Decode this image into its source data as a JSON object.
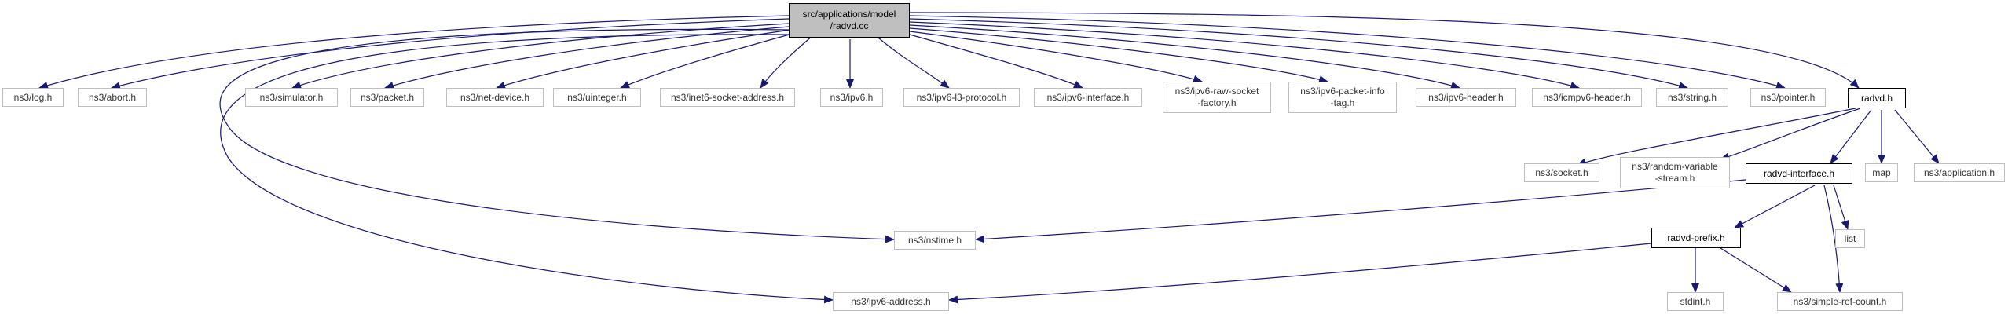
{
  "colors": {
    "edge": "#191970",
    "local_border": "#000000",
    "external_border": "#bfbfbf",
    "root_fill": "#bfbfbf"
  },
  "nodes": {
    "radvd_cc": "src/applications/model\n/radvd.cc",
    "log_h": "ns3/log.h",
    "abort_h": "ns3/abort.h",
    "simulator_h": "ns3/simulator.h",
    "packet_h": "ns3/packet.h",
    "net_device_h": "ns3/net-device.h",
    "uinteger_h": "ns3/uinteger.h",
    "inet6_socket_address_h": "ns3/inet6-socket-address.h",
    "ipv6_h": "ns3/ipv6.h",
    "ipv6_l3_protocol_h": "ns3/ipv6-l3-protocol.h",
    "ipv6_interface_h": "ns3/ipv6-interface.h",
    "ipv6_raw_socket_factory_h": "ns3/ipv6-raw-socket\n-factory.h",
    "ipv6_packet_info_tag_h": "ns3/ipv6-packet-info\n-tag.h",
    "ipv6_header_h": "ns3/ipv6-header.h",
    "icmpv6_header_h": "ns3/icmpv6-header.h",
    "string_h": "ns3/string.h",
    "pointer_h": "ns3/pointer.h",
    "radvd_h": "radvd.h",
    "socket_h": "ns3/socket.h",
    "random_variable_stream_h": "ns3/random-variable\n-stream.h",
    "radvd_interface_h": "radvd-interface.h",
    "map": "map",
    "application_h": "ns3/application.h",
    "nstime_h": "ns3/nstime.h",
    "list": "list",
    "radvd_prefix_h": "radvd-prefix.h",
    "ipv6_address_h": "ns3/ipv6-address.h",
    "stdint_h": "stdint.h",
    "simple_ref_count_h": "ns3/simple-ref-count.h"
  }
}
